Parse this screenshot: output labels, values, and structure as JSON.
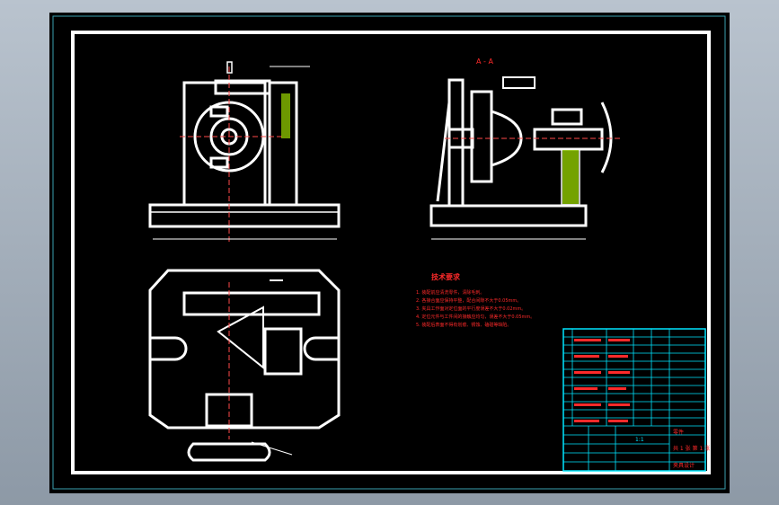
{
  "drawing": {
    "section_label": "A - A",
    "tech_req": {
      "title": "技术要求",
      "items": [
        "1. 装配前应清洗零件，清除毛刺。",
        "2. 各接合面应保持平整，配合间隙不大于0.05mm。",
        "3. 夹具工作面对定位面的平行度误差不大于0.02mm。",
        "4. 定位元件与工件间的接触应均匀，误差不大于0.05mm。",
        "5. 装配后表面不得有划痕、锈蚀、磕碰等缺陷。"
      ]
    },
    "title_block": {
      "sheet_text": "共 1 张  第 1 张",
      "ratio": "1:1",
      "parts_title": "零件",
      "note": "夹具设计"
    }
  },
  "colors": {
    "outline": "#ffffff",
    "frame_teal": "#3aa0b0",
    "table_cyan": "#00e5ff",
    "text_red": "#ff2a2a",
    "hatch_green": "#9bd800",
    "dim_yellow": "#ffd23a"
  }
}
